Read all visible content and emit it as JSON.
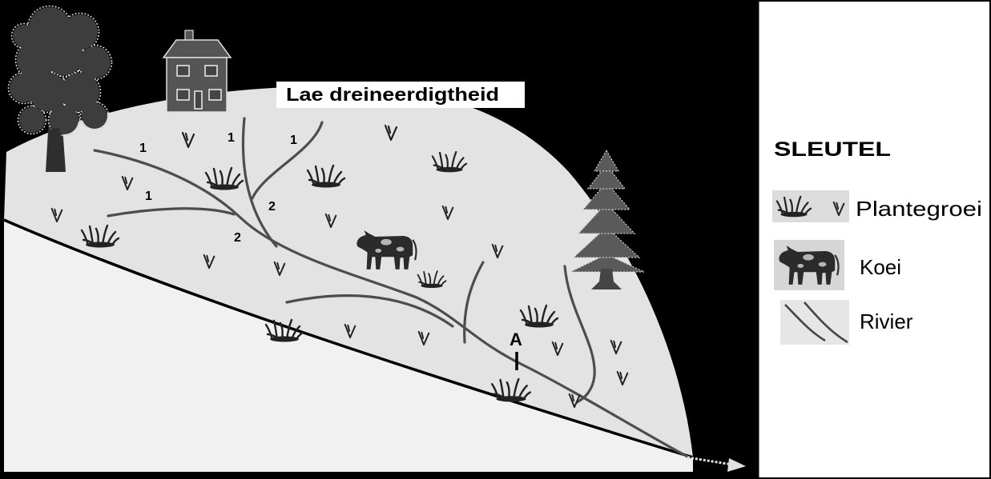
{
  "diagram": {
    "label": "Lae dreineerdigtheid",
    "stream_orders": [
      "1",
      "1",
      "1",
      "1",
      "2",
      "2"
    ],
    "point_label": "A"
  },
  "legend": {
    "heading": "SLEUTEL",
    "items": [
      {
        "label": "Plantegroei",
        "icon": "vegetation-icon"
      },
      {
        "label": "Koei",
        "icon": "cow-icon"
      },
      {
        "label": "Rivier",
        "icon": "river-icon"
      }
    ]
  },
  "colors": {
    "background": "#000000",
    "surface": "#e3e3e3",
    "river": "#4d4d4d"
  }
}
